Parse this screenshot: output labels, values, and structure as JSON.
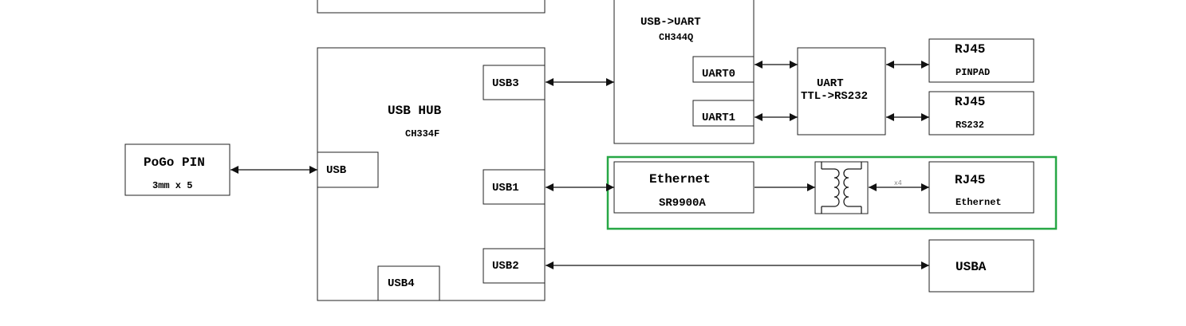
{
  "blocks": {
    "pogo_pin": {
      "title": "PoGo PIN",
      "sub": "3mm x 5"
    },
    "usb_hub": {
      "title": "USB HUB",
      "sub": "CH334F",
      "usb": "USB",
      "usb1": "USB1",
      "usb2": "USB2",
      "usb3": "USB3",
      "usb4": "USB4"
    },
    "usb_uart": {
      "title": "USB->UART",
      "sub": "CH344Q",
      "uart0": "UART0",
      "uart1": "UART1"
    },
    "uart_conv": {
      "line1": "UART",
      "line2": "TTL->RS232"
    },
    "rj45_pinpad": {
      "title": "RJ45",
      "sub": "PINPAD"
    },
    "rj45_rs232": {
      "title": "RJ45",
      "sub": "RS232"
    },
    "ethernet": {
      "title": "Ethernet",
      "sub": "SR9900A"
    },
    "transformer": {
      "mult": "x4"
    },
    "rj45_eth": {
      "title": "RJ45",
      "sub": "Ethernet"
    },
    "usba": {
      "title": "USBA"
    }
  },
  "colors": {
    "highlight": "#27a745",
    "line": "#111111"
  }
}
